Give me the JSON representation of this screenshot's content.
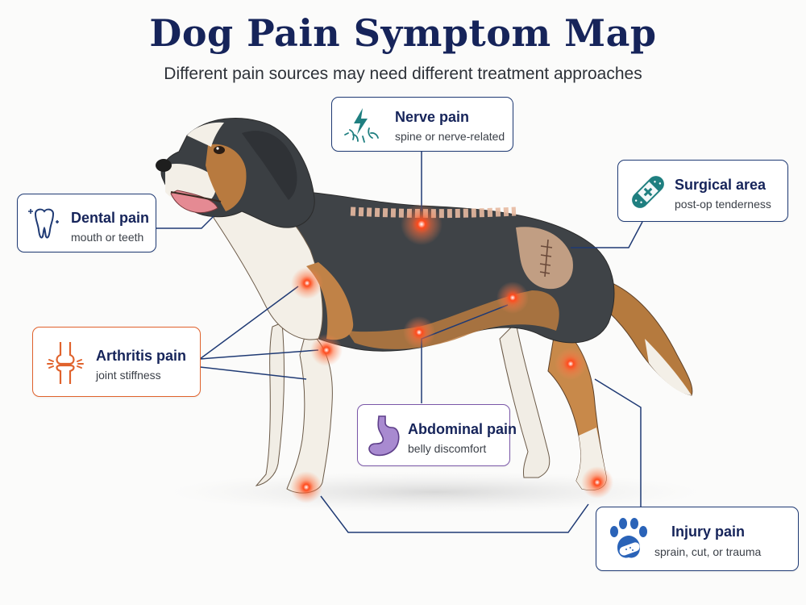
{
  "title": "Dog Pain Symptom Map",
  "subtitle": "Different pain sources may need different treatment approaches",
  "colors": {
    "navy": "#16245a",
    "line": "#1f3a74",
    "teal": "#1f7f80",
    "orange": "#e0622c",
    "purple": "#7a57a8",
    "blue": "#2a63b8",
    "pain_glow": "#ff5a2a"
  },
  "callouts": {
    "nerve": {
      "title": "Nerve pain",
      "subtitle": "spine or nerve-related",
      "icon": "lightning-nerve-icon"
    },
    "dental": {
      "title": "Dental pain",
      "subtitle": "mouth or teeth",
      "icon": "tooth-icon"
    },
    "surgical": {
      "title": "Surgical area",
      "subtitle": "post-op tenderness",
      "icon": "bandage-icon"
    },
    "arthritis": {
      "title": "Arthritis pain",
      "subtitle": "joint stiffness",
      "icon": "knee-joint-icon"
    },
    "abdominal": {
      "title": "Abdominal pain",
      "subtitle": "belly discomfort",
      "icon": "stomach-icon"
    },
    "injury": {
      "title": "Injury pain",
      "subtitle": "sprain, cut, or trauma",
      "icon": "paw-bandage-icon"
    }
  },
  "dog_illustration": "dog-illustration"
}
